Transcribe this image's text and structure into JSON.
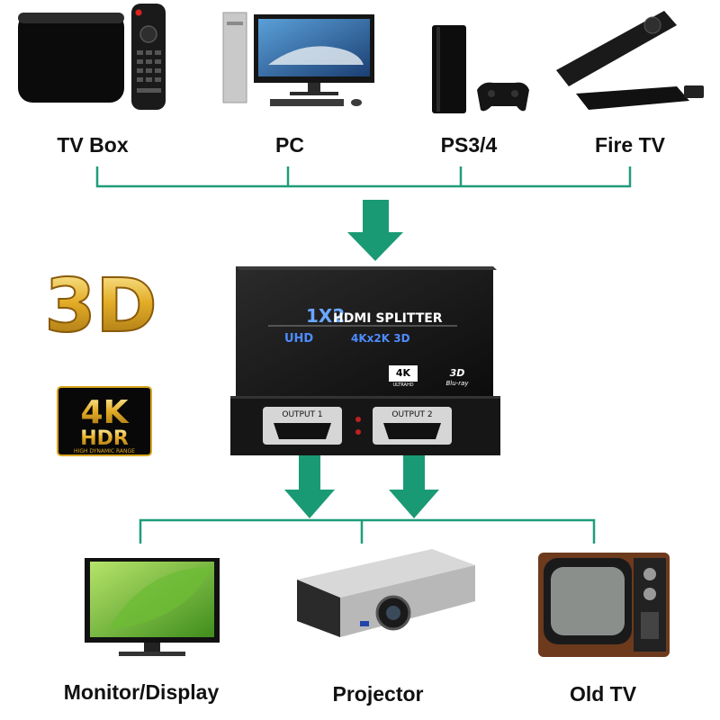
{
  "sources": [
    {
      "id": "tv_box",
      "label": "TV Box",
      "icon": "tv-box-icon"
    },
    {
      "id": "pc",
      "label": "PC",
      "icon": "desktop-pc-icon"
    },
    {
      "id": "ps",
      "label": "PS3/4",
      "icon": "game-console-icon"
    },
    {
      "id": "fire_tv",
      "label": "Fire TV",
      "icon": "fire-tv-stick-icon"
    }
  ],
  "destinations": [
    {
      "id": "monitor",
      "label": "Monitor/Display",
      "icon": "monitor-icon"
    },
    {
      "id": "projector",
      "label": "Projector",
      "icon": "projector-icon"
    },
    {
      "id": "old_tv",
      "label": "Old TV",
      "icon": "crt-tv-icon"
    }
  ],
  "splitter": {
    "title_prefix": "1X2",
    "title": "HDMI SPLITTER",
    "uhd": "UHD",
    "resolution": "4Kx2K 3D",
    "badge_4k": "4K",
    "badge_4k_sub": "ULTRAHD",
    "badge_3d": "3D",
    "badge_3d_sub": "Blu-ray",
    "output1": "OUTPUT 1",
    "output2": "OUTPUT 2"
  },
  "badges": {
    "three_d": "3D",
    "hdr_main": "4K",
    "hdr_sub": "HDR",
    "hdr_caption": "HIGH DYNAMIC RANGE"
  },
  "colors": {
    "connector": "#1f9d7a",
    "arrow": "#1a9a74",
    "device_body": "#111111",
    "gold": "#d9a520"
  }
}
